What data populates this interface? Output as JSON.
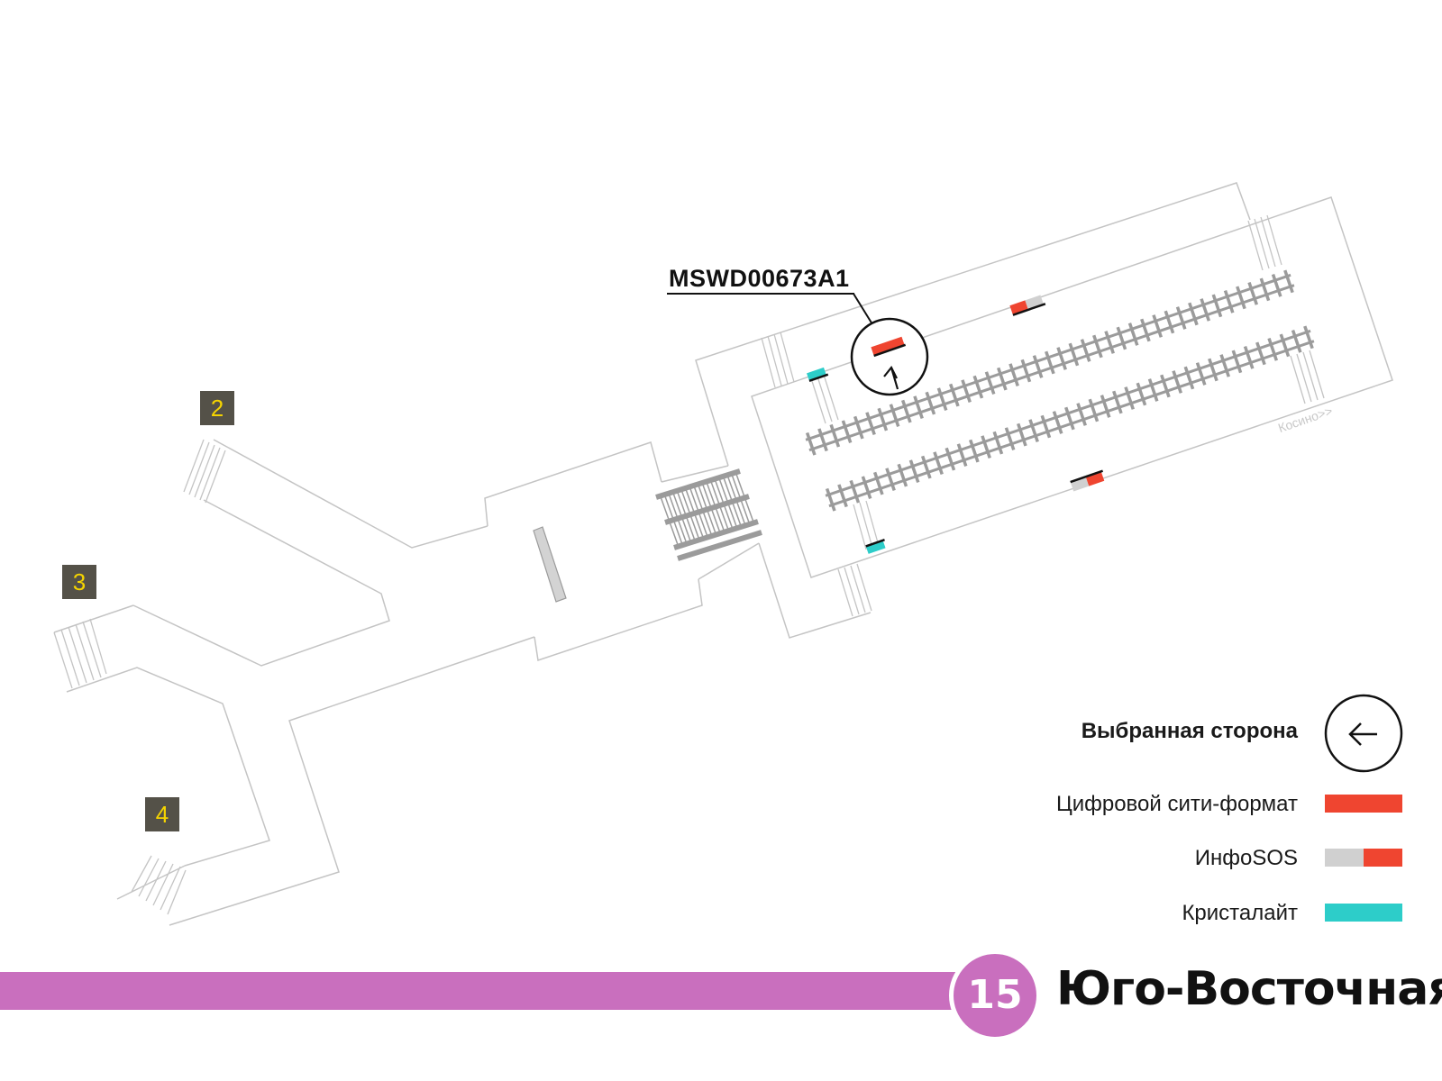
{
  "code_label": "MSWD00673A1",
  "direction_label": "Косино>>",
  "exits": [
    {
      "id": "exit-2",
      "label": "2"
    },
    {
      "id": "exit-3",
      "label": "3"
    },
    {
      "id": "exit-4",
      "label": "4"
    }
  ],
  "legend": {
    "selected_side": "Выбранная сторона",
    "digital_city_format": "Цифровой сити-формат",
    "infosos": "ИнфоSOS",
    "kristalait": "Кристалайт"
  },
  "line": {
    "number": "15",
    "station_name": "Юго-Восточная",
    "color": "#c96fbe"
  },
  "colors": {
    "digital_city_format": "#ef4530",
    "infosos_grey": "#d0d0d0",
    "infosos_red": "#ef4530",
    "kristalait": "#2dcdc9",
    "outline": "#c4c4c4",
    "rails": "#9b9b9b"
  }
}
